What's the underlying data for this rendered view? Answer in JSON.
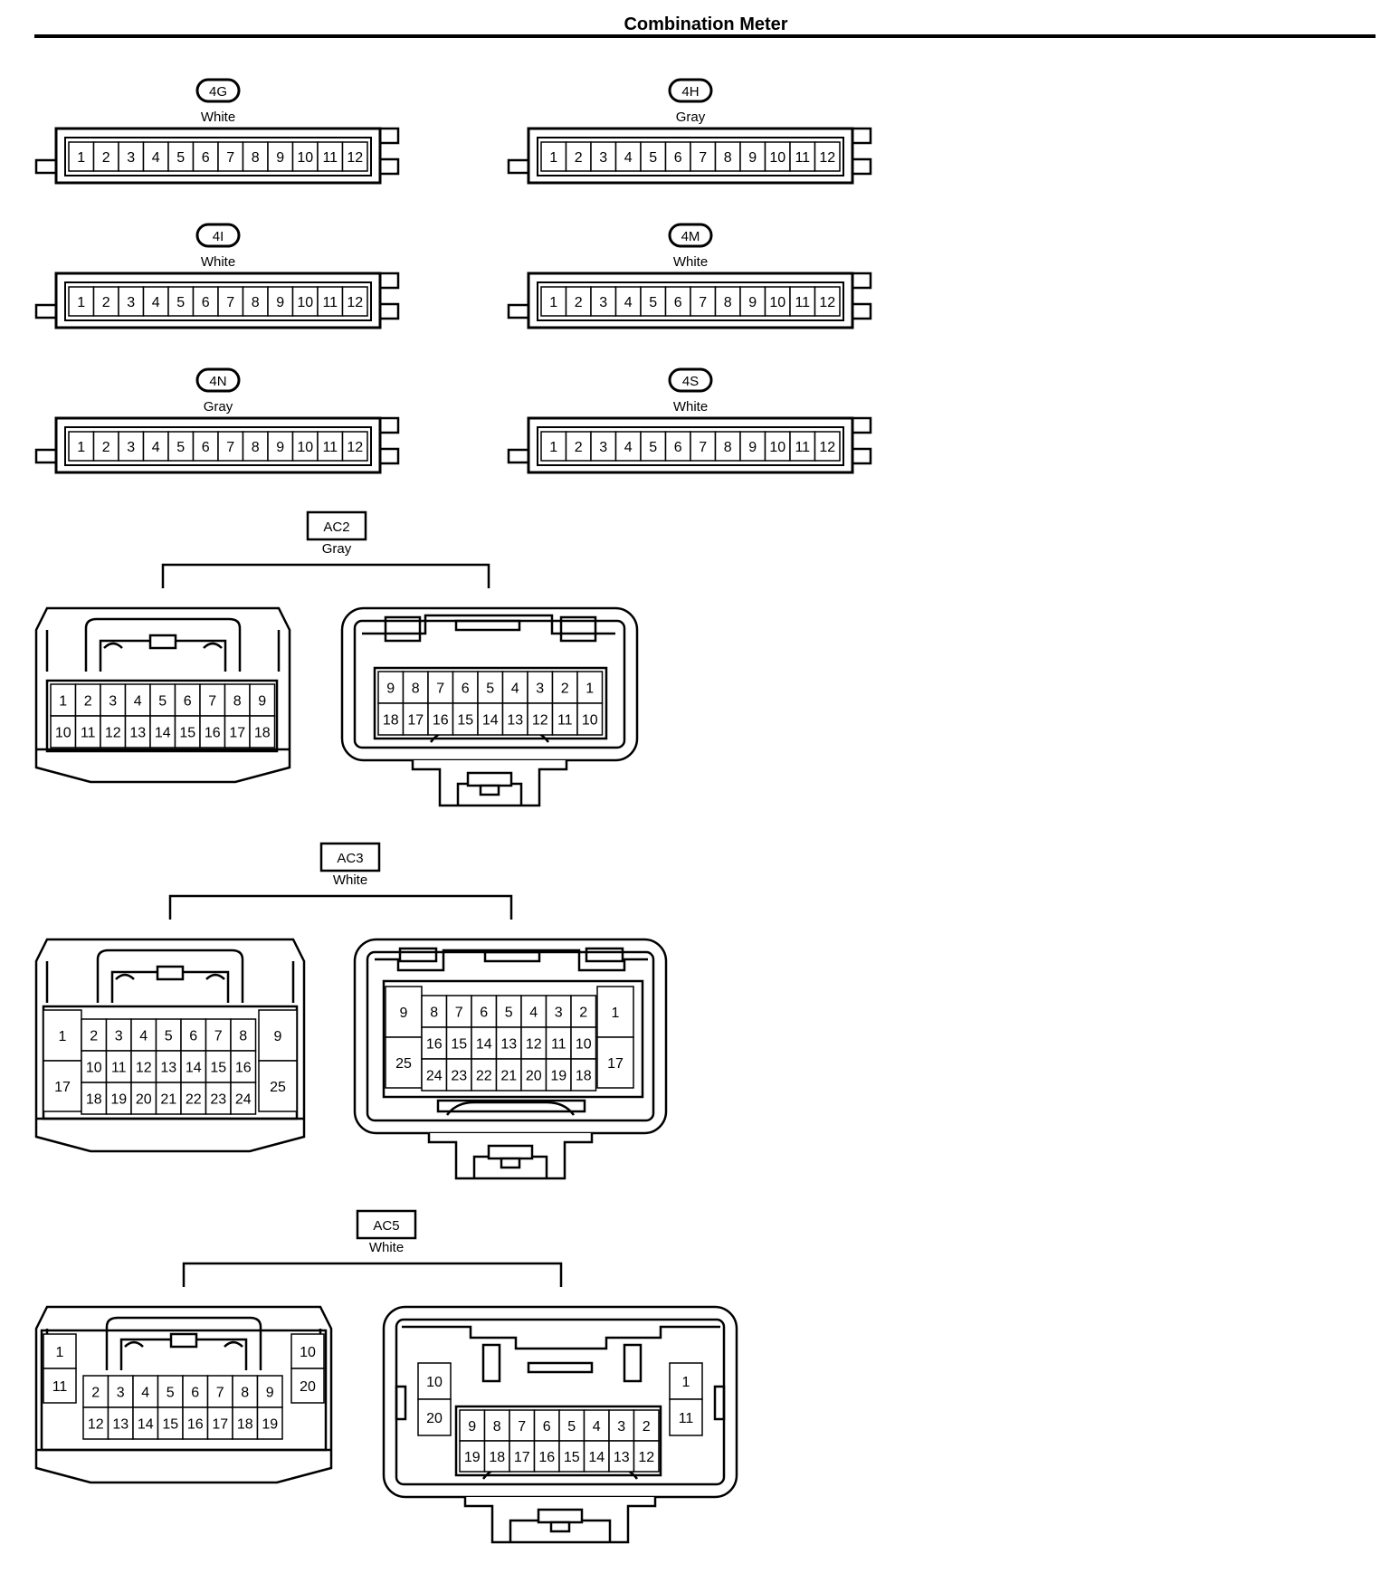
{
  "title": "Combination Meter",
  "strip_connectors": [
    {
      "code": "4G",
      "color": "White",
      "pins": [
        "1",
        "2",
        "3",
        "4",
        "5",
        "6",
        "7",
        "8",
        "9",
        "10",
        "11",
        "12"
      ]
    },
    {
      "code": "4H",
      "color": "Gray",
      "pins": [
        "1",
        "2",
        "3",
        "4",
        "5",
        "6",
        "7",
        "8",
        "9",
        "10",
        "11",
        "12"
      ]
    },
    {
      "code": "4I",
      "color": "White",
      "pins": [
        "1",
        "2",
        "3",
        "4",
        "5",
        "6",
        "7",
        "8",
        "9",
        "10",
        "11",
        "12"
      ]
    },
    {
      "code": "4M",
      "color": "White",
      "pins": [
        "1",
        "2",
        "3",
        "4",
        "5",
        "6",
        "7",
        "8",
        "9",
        "10",
        "11",
        "12"
      ]
    },
    {
      "code": "4N",
      "color": "Gray",
      "pins": [
        "1",
        "2",
        "3",
        "4",
        "5",
        "6",
        "7",
        "8",
        "9",
        "10",
        "11",
        "12"
      ]
    },
    {
      "code": "4S",
      "color": "White",
      "pins": [
        "1",
        "2",
        "3",
        "4",
        "5",
        "6",
        "7",
        "8",
        "9",
        "10",
        "11",
        "12"
      ]
    }
  ],
  "block_connectors": [
    {
      "code": "AC2",
      "color": "Gray",
      "left": {
        "center": [
          [
            "1",
            "2",
            "3",
            "4",
            "5",
            "6",
            "7",
            "8",
            "9"
          ],
          [
            "10",
            "11",
            "12",
            "13",
            "14",
            "15",
            "16",
            "17",
            "18"
          ]
        ]
      },
      "right": {
        "center": [
          [
            "9",
            "8",
            "7",
            "6",
            "5",
            "4",
            "3",
            "2",
            "1"
          ],
          [
            "18",
            "17",
            "16",
            "15",
            "14",
            "13",
            "12",
            "11",
            "10"
          ]
        ]
      }
    },
    {
      "code": "AC3",
      "color": "White",
      "left": {
        "side_left": [
          "1",
          "17"
        ],
        "center": [
          [
            "2",
            "3",
            "4",
            "5",
            "6",
            "7",
            "8"
          ],
          [
            "10",
            "11",
            "12",
            "13",
            "14",
            "15",
            "16"
          ],
          [
            "18",
            "19",
            "20",
            "21",
            "22",
            "23",
            "24"
          ]
        ],
        "side_right": [
          "9",
          "25"
        ]
      },
      "right": {
        "side_left": [
          "9",
          "25"
        ],
        "center": [
          [
            "8",
            "7",
            "6",
            "5",
            "4",
            "3",
            "2"
          ],
          [
            "16",
            "15",
            "14",
            "13",
            "12",
            "11",
            "10"
          ],
          [
            "24",
            "23",
            "22",
            "21",
            "20",
            "19",
            "18"
          ]
        ],
        "side_right": [
          "1",
          "17"
        ]
      }
    },
    {
      "code": "AC5",
      "color": "White",
      "left": {
        "side_left": [
          "1",
          "11"
        ],
        "center": [
          [
            "2",
            "3",
            "4",
            "5",
            "6",
            "7",
            "8",
            "9"
          ],
          [
            "12",
            "13",
            "14",
            "15",
            "16",
            "17",
            "18",
            "19"
          ]
        ],
        "side_right": [
          "10",
          "20"
        ]
      },
      "right": {
        "side_left": [
          "10",
          "20"
        ],
        "center": [
          [
            "9",
            "8",
            "7",
            "6",
            "5",
            "4",
            "3",
            "2"
          ],
          [
            "19",
            "18",
            "17",
            "16",
            "15",
            "14",
            "13",
            "12"
          ]
        ],
        "side_right": [
          "1",
          "11"
        ]
      }
    }
  ]
}
